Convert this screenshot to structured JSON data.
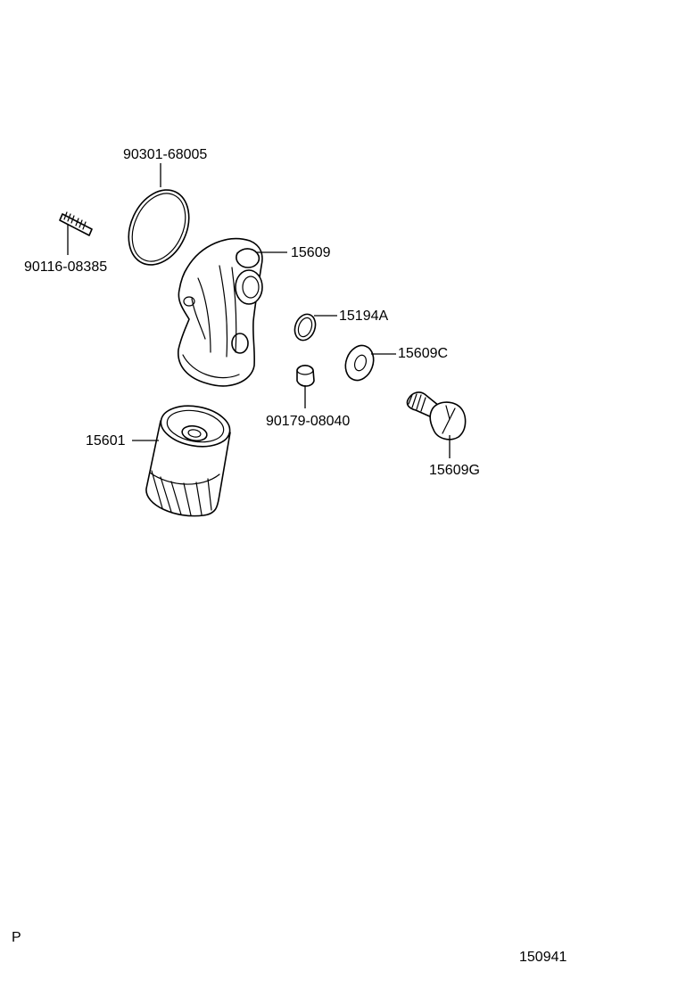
{
  "diagram": {
    "parts": [
      {
        "id": "o-ring",
        "number": "90301-68005"
      },
      {
        "id": "stud",
        "number": "90116-08385"
      },
      {
        "id": "bracket",
        "number": "15609"
      },
      {
        "id": "small-ring",
        "number": "15194A"
      },
      {
        "id": "washer",
        "number": "15609C"
      },
      {
        "id": "plug",
        "number": "90179-08040"
      },
      {
        "id": "union-bolt",
        "number": "15609G"
      },
      {
        "id": "oil-filter",
        "number": "15601"
      }
    ],
    "corner_mark": "P",
    "diagram_code": "150941"
  }
}
